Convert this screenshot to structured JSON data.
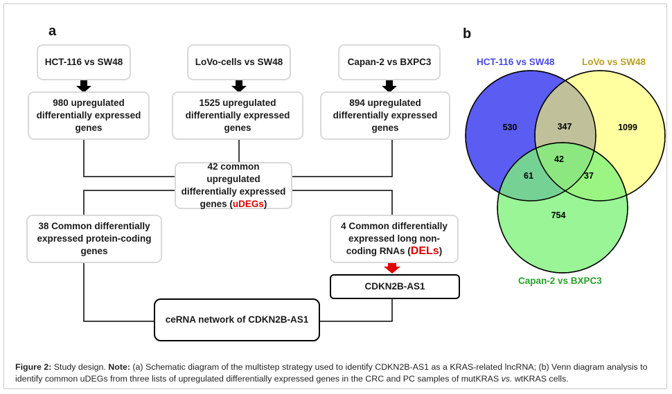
{
  "panel_a_label": "a",
  "panel_b_label": "b",
  "flowchart": {
    "top_boxes": [
      "HCT-116 vs SW48",
      "LoVo-cells vs SW48",
      "Capan-2 vs BXPC3"
    ],
    "up_boxes": [
      "980 upregulated differentially expressed genes",
      "1525 upregulated differentially expressed genes",
      "894 upregulated differentially expressed genes"
    ],
    "common": {
      "text": "42 common upregulated differentially expressed genes (",
      "highlight": "uDEGs",
      "close": ")"
    },
    "protein_coding": "38 Common differentially expressed protein-coding genes",
    "lncrna": {
      "text": "4 Common differentially expressed long non-coding RNAs (",
      "highlight": "DELs",
      "close": ")"
    },
    "cdkn": "CDKN2B-AS1",
    "cerna": "ceRNA network of CDKN2B-AS1"
  },
  "venn": {
    "set_labels": [
      "HCT-116 vs SW48",
      "LoVo vs SW48",
      "Capan-2 vs BXPC3"
    ],
    "colors": {
      "hct": "#5b5cf2",
      "lovo": "#ffff66",
      "capan": "#7ef27a",
      "hct_label": "#4a4ae6",
      "lovo_label": "#b8a020",
      "capan_label": "#2aa02a"
    },
    "counts": {
      "hct_only": "530",
      "lovo_only": "1099",
      "capan_only": "754",
      "hct_lovo": "347",
      "hct_capan": "61",
      "lovo_capan": "37",
      "all": "42"
    }
  },
  "caption": {
    "fig": "Figure 2:",
    "t1": " Study design. ",
    "note": "Note:",
    "t2": " (a) Schematic diagram of the multistep strategy used to identify CDKN2B-AS1 as a KRAS-related lncRNA; (b) Venn diagram analysis to identify common uDEGs from three lists of upregulated differentially expressed genes in the CRC and PC samples of mutKRAS ",
    "vs": "vs.",
    "t3": " wtKRAS cells."
  }
}
